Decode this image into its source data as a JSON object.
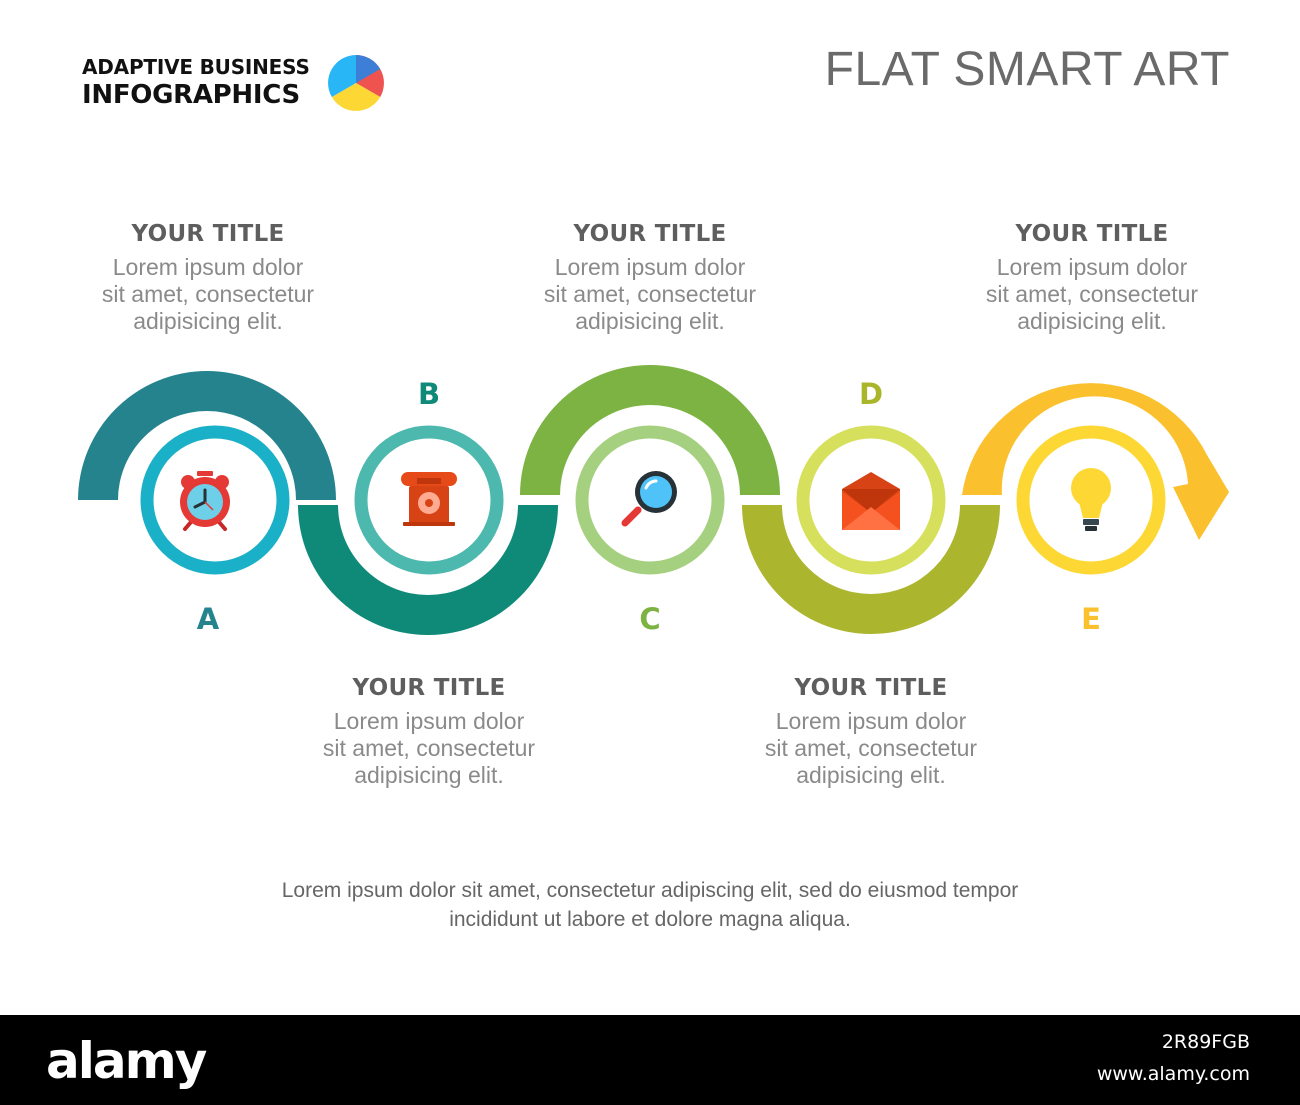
{
  "brand": {
    "line1": "ADAPTIVE BUSINESS",
    "line2": "INFOGRAPHICS",
    "logo": "pie-logo-icon"
  },
  "main_title": "FLAT SMART ART",
  "steps": [
    {
      "letter": "A",
      "title": "YOUR TITLE",
      "desc": [
        "Lorem ipsum dolor",
        "sit amet, consectetur",
        "adipisicing elit."
      ],
      "icon": "alarm-clock-icon",
      "band_color": "#25838e",
      "ring_color": "#1ab0c7",
      "letter_color": "#25838e"
    },
    {
      "letter": "B",
      "title": "YOUR TITLE",
      "desc": [
        "Lorem ipsum dolor",
        "sit amet, consectetur",
        "adipisicing elit."
      ],
      "icon": "telephone-icon",
      "band_color": "#0f8a78",
      "ring_color": "#4db8ae",
      "letter_color": "#0f8a78"
    },
    {
      "letter": "C",
      "title": "YOUR TITLE",
      "desc": [
        "Lorem ipsum dolor",
        "sit amet, consectetur",
        "adipisicing elit."
      ],
      "icon": "magnifier-icon",
      "band_color": "#7cb342",
      "ring_color": "#a5d07f",
      "letter_color": "#7cb342"
    },
    {
      "letter": "D",
      "title": "YOUR TITLE",
      "desc": [
        "Lorem ipsum dolor",
        "sit amet, consectetur",
        "adipisicing elit."
      ],
      "icon": "envelope-icon",
      "band_color": "#acb52e",
      "ring_color": "#d6e05c",
      "letter_color": "#a9b52b"
    },
    {
      "letter": "E",
      "title": "YOUR TITLE",
      "desc": [
        "Lorem ipsum dolor",
        "sit amet, consectetur",
        "adipisicing elit."
      ],
      "icon": "light-bulb-icon",
      "band_color": "#fbc02d",
      "ring_color": "#fdd835",
      "letter_color": "#fbc02d"
    }
  ],
  "footer": {
    "line1": "Lorem ipsum dolor sit amet, consectetur adipiscing elit, sed do eiusmod tempor",
    "line2": "incididunt ut labore et dolore magna aliqua."
  },
  "watermark": {
    "logo": "alamy",
    "image_id": "2R89FGB",
    "url": "www.alamy.com"
  }
}
